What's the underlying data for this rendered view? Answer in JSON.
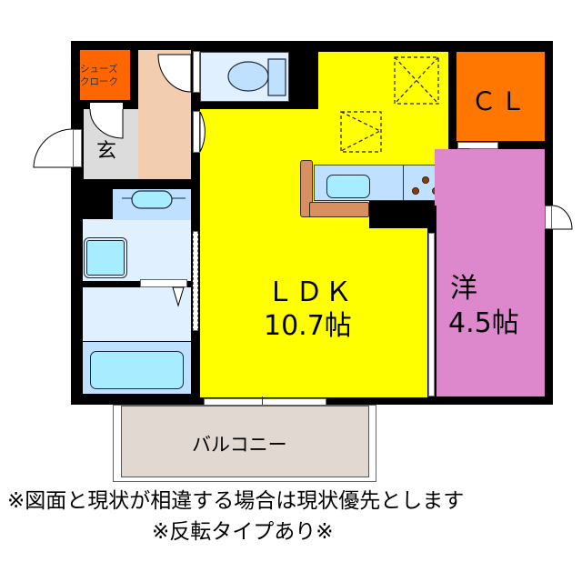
{
  "colors": {
    "wall": "#000000",
    "ldk": "#ffff00",
    "western_room": "#dd88cc",
    "closet": "#ff7700",
    "shoe_closet": "#ff6600",
    "entrance": "#dcdcdc",
    "hallway": "#f2cdb0",
    "wet_area": "#e0f0ff",
    "fixture": "#bfe0ff",
    "fixture_inner": "#a8ecff",
    "counter_wood": "#d99060",
    "burner": "#8b3a0a",
    "balcony": "#e1d9d1"
  },
  "rooms": {
    "shoe_closet": {
      "label_line1": "シューズ",
      "label_line2": "クローク"
    },
    "entrance": {
      "label": "玄"
    },
    "closet": {
      "label": "ＣＬ"
    },
    "ldk": {
      "label": "ＬＤＫ",
      "size": "10.7帖"
    },
    "western": {
      "label": "洋",
      "size": "4.5帖"
    },
    "balcony": {
      "label": "バルコニー"
    }
  },
  "notes": {
    "line1": "※図面と現状が相違する場合は現状優先とします",
    "line2": "※反転タイプあり※"
  }
}
